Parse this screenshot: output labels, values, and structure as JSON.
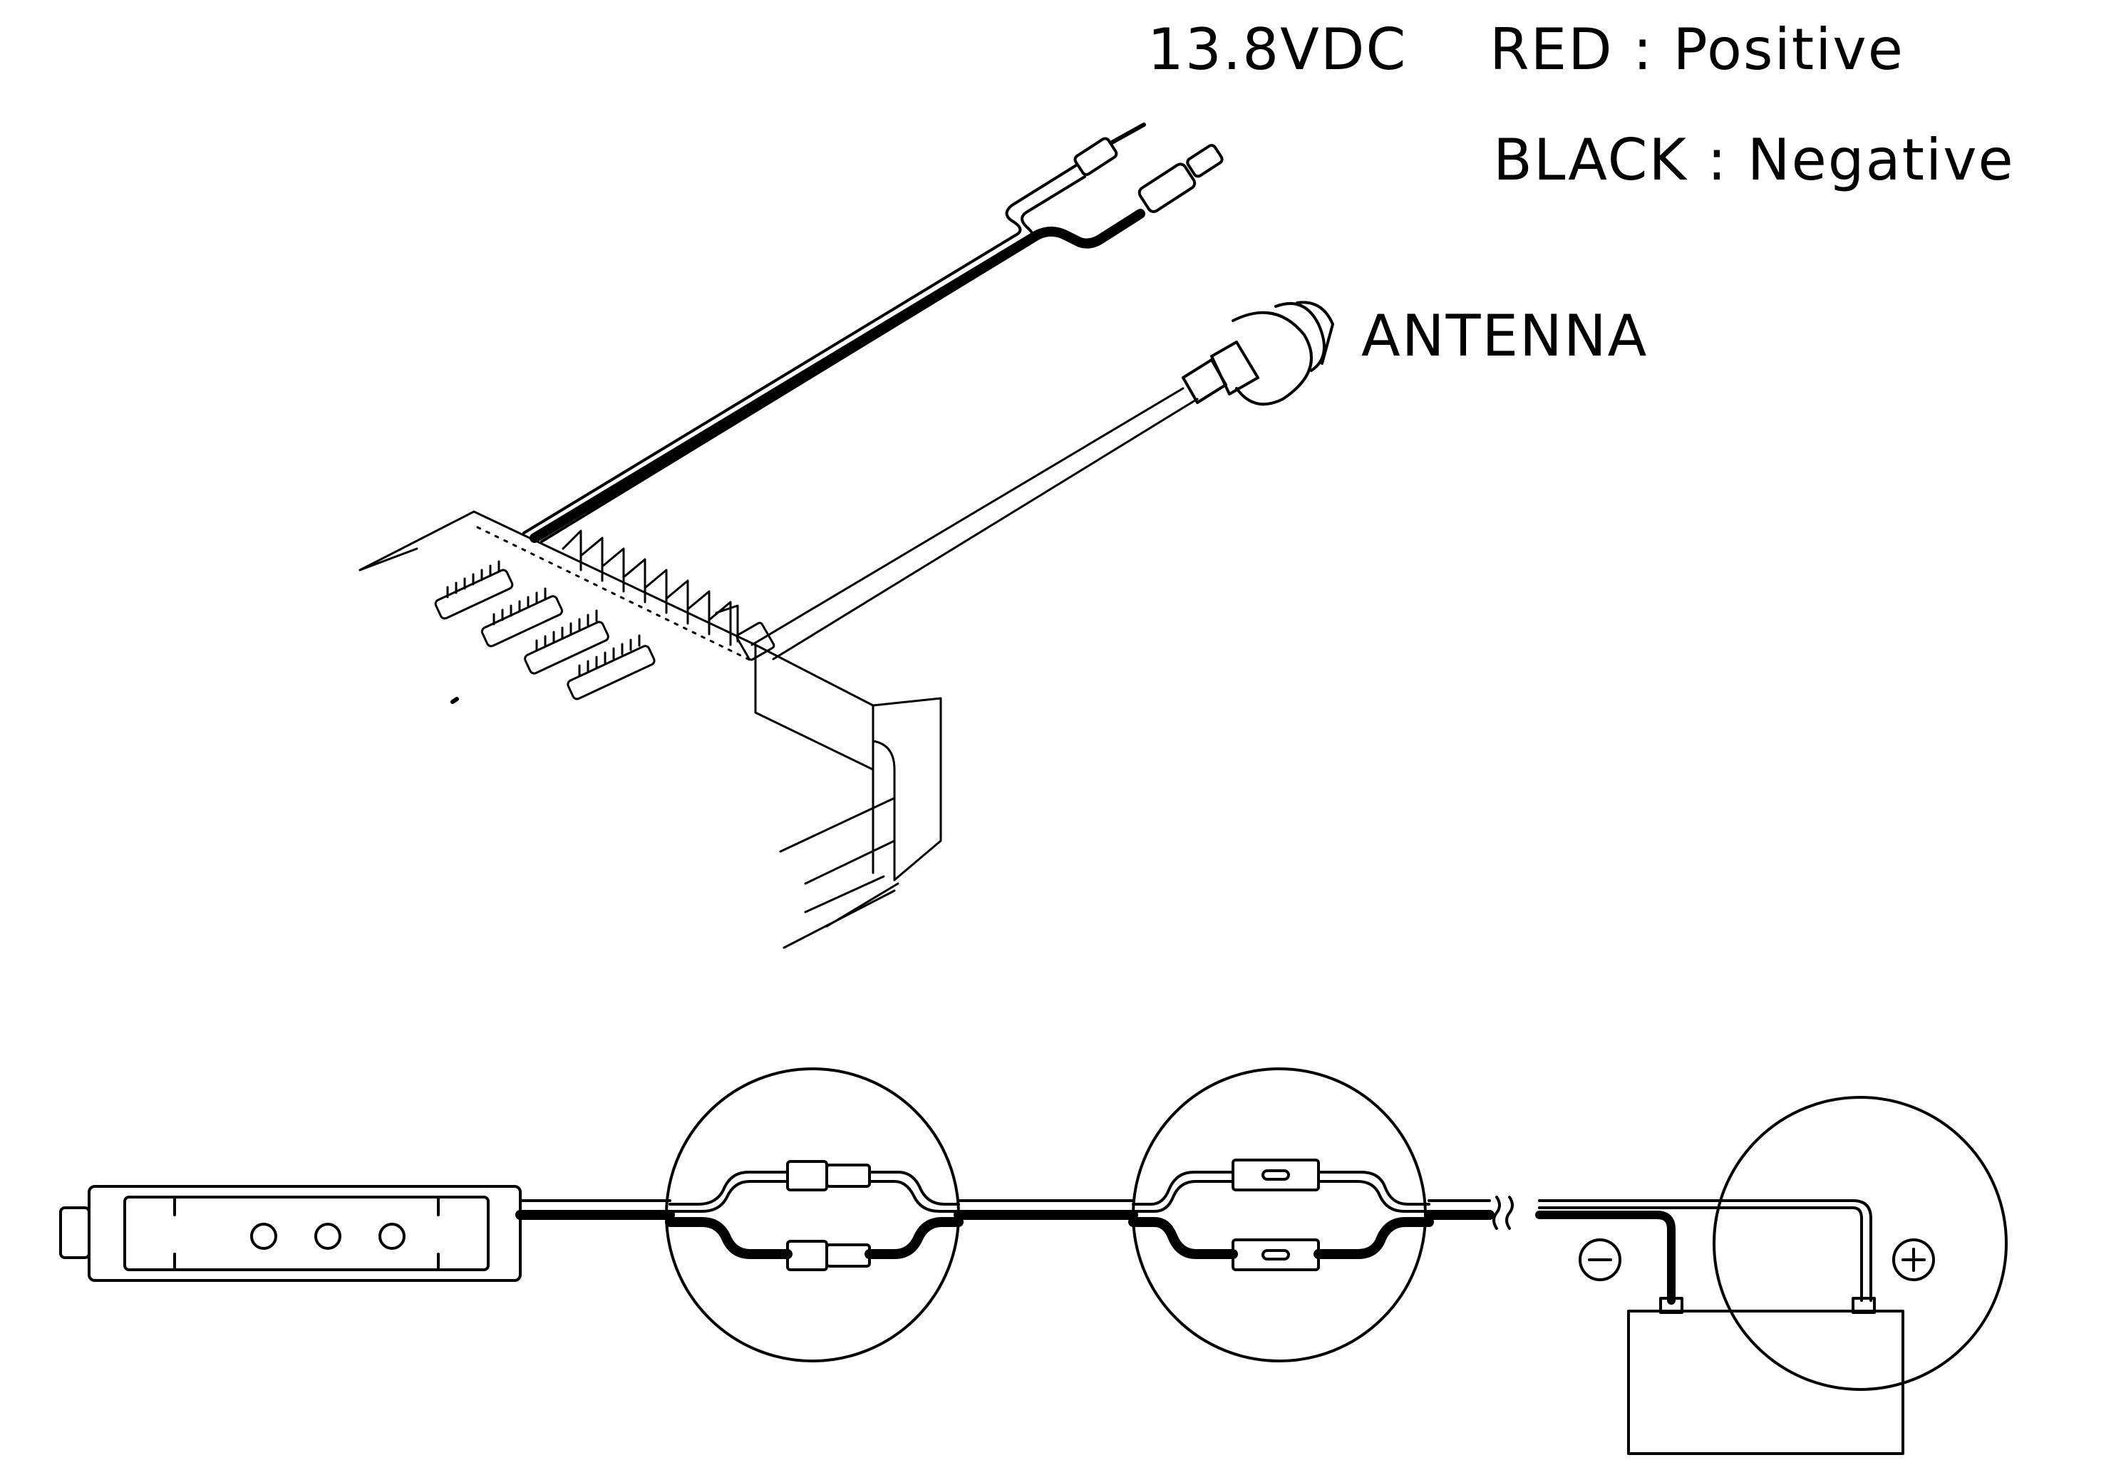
{
  "labels": {
    "voltage": "13.8VDC",
    "red": "RED : Positive",
    "black": "BLACK : Negative",
    "antenna": "ANTENNA"
  },
  "icons": {
    "minus_terminal": "circled-minus-icon",
    "plus_terminal": "circled-plus-icon",
    "line_break": "wavy-break-icon"
  },
  "colors": {
    "ink": "#000000",
    "paper": "#ffffff"
  }
}
